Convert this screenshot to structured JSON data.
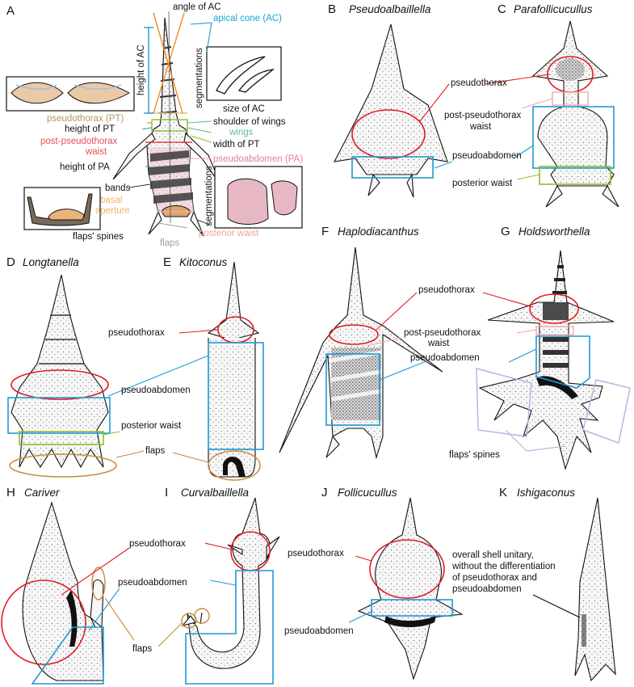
{
  "colors": {
    "red": "#e21b23",
    "blue": "#1e9ad6",
    "green": "#8cbf26",
    "pink": "#f4a7b0",
    "tan": "#c98a3a",
    "lavender": "#b9b5dc",
    "orange": "#f28c1e",
    "cyan_text": "#1aa6d9",
    "pt_text": "#b49660",
    "pa_text": "#e87a9e",
    "post_pt_text": "#e64f55",
    "posterior_waist_text": "#f0a39a",
    "flaps_text": "#a0a0a0",
    "wings_text": "#5fbf8f",
    "basal_text": "#f0b36a"
  },
  "panels": {
    "A": {
      "letter": "A",
      "labels": {
        "angle_ac": "angle of AC",
        "apical_cone": "apical cone (AC)",
        "height_ac": "height of AC",
        "segmentations_top": "segmentations",
        "size_ac": "size of AC",
        "pseudothorax_pt": "pseudothorax (PT)",
        "height_pt": "height of PT",
        "shoulder_wings": "shoulder of wings",
        "wings": "wings",
        "post_pt_waist_1": "post-pseudothorax",
        "post_pt_waist_2": "waist",
        "width_pt": "width of PT",
        "height_pa": "height of PA",
        "pseudoabdomen_pa": "pseudoabdomen (PA)",
        "bands": "bands",
        "basal_aperture_1": "basal",
        "basal_aperture_2": "aperture",
        "segmentations_bottom": "segmentations",
        "flaps_spines": "flaps' spines",
        "flaps": "flaps",
        "posterior_waist": "posterior waist"
      }
    },
    "B": {
      "letter": "B",
      "name": "Pseudoalbaillella",
      "labels": {
        "pseudothorax": "pseudothorax",
        "pseudoabdomen": "pseudoabdomen"
      }
    },
    "C": {
      "letter": "C",
      "name": "Parafollicucullus",
      "labels": {
        "post_pt_1": "post-pseudothorax",
        "post_pt_2": "waist",
        "posterior_waist": "posterior waist"
      }
    },
    "D": {
      "letter": "D",
      "name": "Longtanella",
      "labels": {
        "pseudoabdomen": "pseudoabdomen",
        "posterior_waist": "posterior waist",
        "flaps": "flaps"
      }
    },
    "E": {
      "letter": "E",
      "name": "Kitoconus",
      "labels": {
        "pseudothorax": "pseudothorax"
      }
    },
    "F": {
      "letter": "F",
      "name": "Haplodiacanthus",
      "labels": {
        "pseudothorax": "pseudothorax",
        "post_pt_1": "post-pseudothorax",
        "post_pt_2": "waist",
        "pseudoabdomen": "pseudoabdomen"
      }
    },
    "G": {
      "letter": "G",
      "name": "Holdsworthella",
      "labels": {
        "flaps_spines": "flaps' spines"
      }
    },
    "H": {
      "letter": "H",
      "name": "Cariver",
      "labels": {
        "pseudothorax": "pseudothorax",
        "pseudoabdomen": "pseudoabdomen",
        "flaps": "flaps"
      }
    },
    "I": {
      "letter": "I",
      "name": "Curvalbaillella"
    },
    "J": {
      "letter": "J",
      "name": "Follicucullus",
      "labels": {
        "pseudothorax": "pseudothorax",
        "pseudoabdomen": "pseudoabdomen"
      }
    },
    "K": {
      "letter": "K",
      "name": "Ishigaconus",
      "labels": {
        "note_1": "overall shell unitary,",
        "note_2": "without the differentiation",
        "note_3": "of pseudothorax and",
        "note_4": "pseudoabdomen"
      }
    }
  }
}
